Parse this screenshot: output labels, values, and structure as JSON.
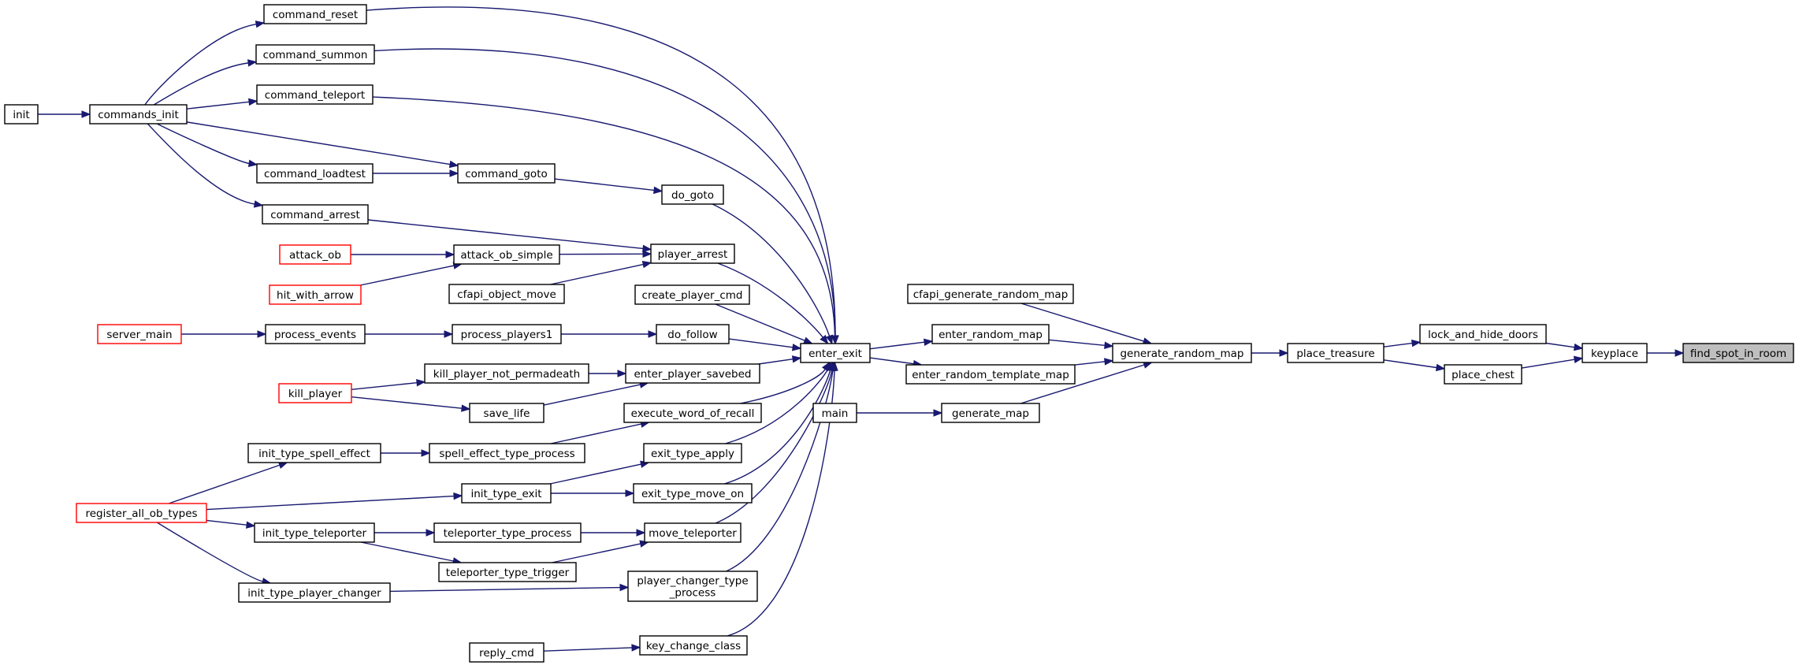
{
  "diagram": {
    "nodes": [
      {
        "id": "command_reset",
        "label": [
          "command_reset"
        ]
      },
      {
        "id": "command_summon",
        "label": [
          "command_summon"
        ]
      },
      {
        "id": "init",
        "label": [
          "init"
        ]
      },
      {
        "id": "commands_init",
        "label": [
          "commands_init"
        ]
      },
      {
        "id": "command_teleport",
        "label": [
          "command_teleport"
        ]
      },
      {
        "id": "command_loadtest",
        "label": [
          "command_loadtest"
        ]
      },
      {
        "id": "command_goto",
        "label": [
          "command_goto"
        ]
      },
      {
        "id": "do_goto",
        "label": [
          "do_goto"
        ]
      },
      {
        "id": "command_arrest",
        "label": [
          "command_arrest"
        ]
      },
      {
        "id": "attack_ob",
        "label": [
          "attack_ob"
        ],
        "style": "red"
      },
      {
        "id": "attack_ob_simple",
        "label": [
          "attack_ob_simple"
        ]
      },
      {
        "id": "player_arrest",
        "label": [
          "player_arrest"
        ]
      },
      {
        "id": "hit_with_arrow",
        "label": [
          "hit_with_arrow"
        ],
        "style": "red"
      },
      {
        "id": "cfapi_object_move",
        "label": [
          "cfapi_object_move"
        ]
      },
      {
        "id": "create_player_cmd",
        "label": [
          "create_player_cmd"
        ]
      },
      {
        "id": "server_main",
        "label": [
          "server_main"
        ],
        "style": "red"
      },
      {
        "id": "process_events",
        "label": [
          "process_events"
        ]
      },
      {
        "id": "process_players1",
        "label": [
          "process_players1"
        ]
      },
      {
        "id": "do_follow",
        "label": [
          "do_follow"
        ]
      },
      {
        "id": "kill_player",
        "label": [
          "kill_player"
        ],
        "style": "red"
      },
      {
        "id": "kill_player_not_permadeath",
        "label": [
          "kill_player_not_permadeath"
        ]
      },
      {
        "id": "enter_player_savebed",
        "label": [
          "enter_player_savebed"
        ]
      },
      {
        "id": "save_life",
        "label": [
          "save_life"
        ]
      },
      {
        "id": "execute_word_of_recall",
        "label": [
          "execute_word_of_recall"
        ]
      },
      {
        "id": "init_type_spell_effect",
        "label": [
          "init_type_spell_effect"
        ]
      },
      {
        "id": "spell_effect_type_process",
        "label": [
          "spell_effect_type_process"
        ]
      },
      {
        "id": "exit_type_apply",
        "label": [
          "exit_type_apply"
        ]
      },
      {
        "id": "register_all_ob_types",
        "label": [
          "register_all_ob_types"
        ],
        "style": "red"
      },
      {
        "id": "init_type_exit",
        "label": [
          "init_type_exit"
        ]
      },
      {
        "id": "exit_type_move_on",
        "label": [
          "exit_type_move_on"
        ]
      },
      {
        "id": "init_type_teleporter",
        "label": [
          "init_type_teleporter"
        ]
      },
      {
        "id": "teleporter_type_process",
        "label": [
          "teleporter_type_process"
        ]
      },
      {
        "id": "move_teleporter",
        "label": [
          "move_teleporter"
        ]
      },
      {
        "id": "teleporter_type_trigger",
        "label": [
          "teleporter_type_trigger"
        ]
      },
      {
        "id": "init_type_player_changer",
        "label": [
          "init_type_player_changer"
        ]
      },
      {
        "id": "player_changer_type_process",
        "label": [
          "player_changer_type",
          "_process"
        ]
      },
      {
        "id": "reply_cmd",
        "label": [
          "reply_cmd"
        ]
      },
      {
        "id": "key_change_class",
        "label": [
          "key_change_class"
        ]
      },
      {
        "id": "enter_exit",
        "label": [
          "enter_exit"
        ]
      },
      {
        "id": "main",
        "label": [
          "main"
        ]
      },
      {
        "id": "generate_map",
        "label": [
          "generate_map"
        ]
      },
      {
        "id": "cfapi_generate_random_map",
        "label": [
          "cfapi_generate_random_map"
        ]
      },
      {
        "id": "enter_random_map",
        "label": [
          "enter_random_map"
        ]
      },
      {
        "id": "enter_random_template_map",
        "label": [
          "enter_random_template_map"
        ]
      },
      {
        "id": "generate_random_map",
        "label": [
          "generate_random_map"
        ]
      },
      {
        "id": "place_treasure",
        "label": [
          "place_treasure"
        ]
      },
      {
        "id": "lock_and_hide_doors",
        "label": [
          "lock_and_hide_doors"
        ]
      },
      {
        "id": "place_chest",
        "label": [
          "place_chest"
        ]
      },
      {
        "id": "keyplace",
        "label": [
          "keyplace"
        ]
      },
      {
        "id": "find_spot_in_room",
        "label": [
          "find_spot_in_room"
        ],
        "style": "root"
      }
    ],
    "edges": [
      [
        "init",
        "commands_init"
      ],
      [
        "commands_init",
        "command_reset"
      ],
      [
        "commands_init",
        "command_summon"
      ],
      [
        "commands_init",
        "command_teleport"
      ],
      [
        "commands_init",
        "command_loadtest"
      ],
      [
        "commands_init",
        "command_goto"
      ],
      [
        "commands_init",
        "command_arrest"
      ],
      [
        "command_loadtest",
        "command_goto"
      ],
      [
        "command_goto",
        "do_goto"
      ],
      [
        "command_arrest",
        "player_arrest"
      ],
      [
        "attack_ob",
        "attack_ob_simple"
      ],
      [
        "hit_with_arrow",
        "attack_ob_simple"
      ],
      [
        "attack_ob_simple",
        "player_arrest"
      ],
      [
        "cfapi_object_move",
        "player_arrest"
      ],
      [
        "server_main",
        "process_events"
      ],
      [
        "process_events",
        "process_players1"
      ],
      [
        "process_players1",
        "do_follow"
      ],
      [
        "kill_player",
        "kill_player_not_permadeath"
      ],
      [
        "kill_player",
        "save_life"
      ],
      [
        "kill_player_not_permadeath",
        "enter_player_savebed"
      ],
      [
        "save_life",
        "enter_player_savebed"
      ],
      [
        "register_all_ob_types",
        "init_type_spell_effect"
      ],
      [
        "register_all_ob_types",
        "init_type_exit"
      ],
      [
        "register_all_ob_types",
        "init_type_teleporter"
      ],
      [
        "register_all_ob_types",
        "init_type_player_changer"
      ],
      [
        "init_type_spell_effect",
        "spell_effect_type_process"
      ],
      [
        "spell_effect_type_process",
        "execute_word_of_recall"
      ],
      [
        "init_type_exit",
        "exit_type_apply"
      ],
      [
        "init_type_exit",
        "exit_type_move_on"
      ],
      [
        "init_type_teleporter",
        "teleporter_type_process"
      ],
      [
        "init_type_teleporter",
        "teleporter_type_trigger"
      ],
      [
        "teleporter_type_process",
        "move_teleporter"
      ],
      [
        "teleporter_type_trigger",
        "move_teleporter"
      ],
      [
        "init_type_player_changer",
        "player_changer_type_process"
      ],
      [
        "reply_cmd",
        "key_change_class"
      ],
      [
        "command_reset",
        "enter_exit"
      ],
      [
        "command_summon",
        "enter_exit"
      ],
      [
        "command_teleport",
        "enter_exit"
      ],
      [
        "do_goto",
        "enter_exit"
      ],
      [
        "player_arrest",
        "enter_exit"
      ],
      [
        "create_player_cmd",
        "enter_exit"
      ],
      [
        "do_follow",
        "enter_exit"
      ],
      [
        "enter_player_savebed",
        "enter_exit"
      ],
      [
        "execute_word_of_recall",
        "enter_exit"
      ],
      [
        "exit_type_apply",
        "enter_exit"
      ],
      [
        "exit_type_move_on",
        "enter_exit"
      ],
      [
        "move_teleporter",
        "enter_exit"
      ],
      [
        "player_changer_type_process",
        "enter_exit"
      ],
      [
        "key_change_class",
        "enter_exit"
      ],
      [
        "enter_exit",
        "enter_random_map"
      ],
      [
        "enter_exit",
        "enter_random_template_map"
      ],
      [
        "main",
        "generate_map"
      ],
      [
        "cfapi_generate_random_map",
        "generate_random_map"
      ],
      [
        "enter_random_map",
        "generate_random_map"
      ],
      [
        "enter_random_template_map",
        "generate_random_map"
      ],
      [
        "generate_map",
        "generate_random_map"
      ],
      [
        "generate_random_map",
        "place_treasure"
      ],
      [
        "place_treasure",
        "lock_and_hide_doors"
      ],
      [
        "place_treasure",
        "place_chest"
      ],
      [
        "lock_and_hide_doors",
        "keyplace"
      ],
      [
        "place_chest",
        "keyplace"
      ],
      [
        "keyplace",
        "find_spot_in_room"
      ]
    ],
    "colors": {
      "edge": "#191970",
      "border": "#000000",
      "red_border": "#ff0000",
      "root_fill": "#bfbfbf"
    }
  }
}
